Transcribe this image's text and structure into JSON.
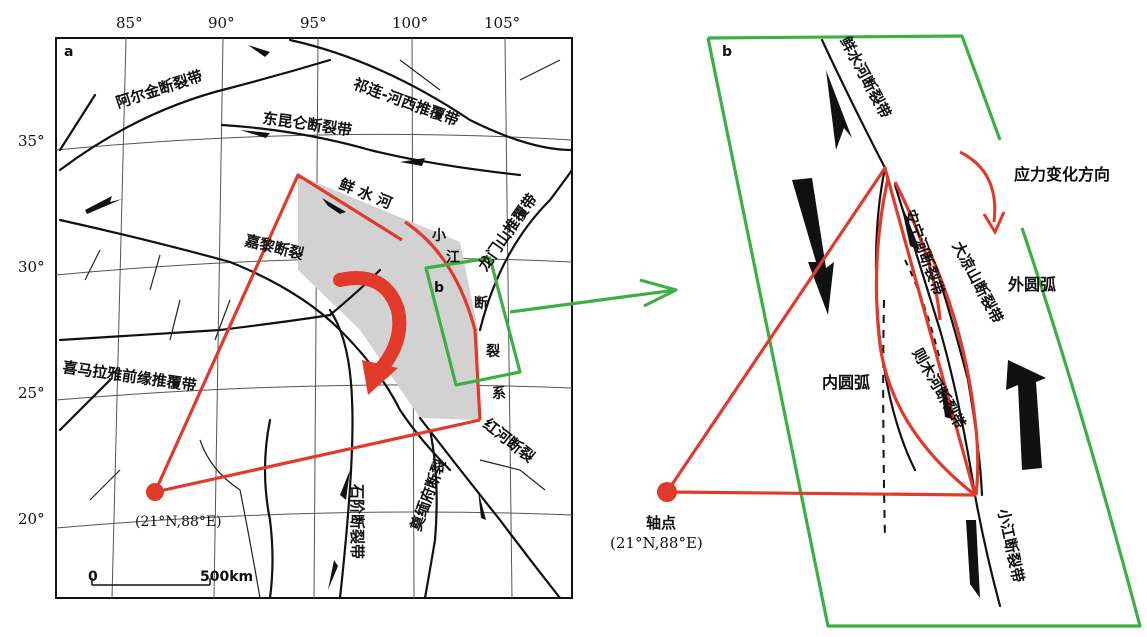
{
  "panel_a": {
    "letter": "a",
    "lon_labels": [
      "85°",
      "90°",
      "95°",
      "100°",
      "105°"
    ],
    "lat_labels": [
      "35°",
      "30°",
      "25°",
      "20°"
    ],
    "faults": {
      "altyn": "阿尔金断裂带",
      "qilian": "祁连-河西推覆带",
      "kunlun": "东昆仑断裂带",
      "xianshuihe": "鲜 水 河",
      "jiali": "嘉黎断裂",
      "xiao": "小",
      "jiang": "江",
      "duan": "断",
      "lie": "裂",
      "xi": "系",
      "longmen": "龙门山推覆带",
      "himalaya": "喜马拉雅前缘推覆带",
      "honghe": "红河断裂",
      "shijie": "石阶断裂带",
      "dianmian": "奠缅府断裂"
    },
    "inset_letter": "b",
    "pivot": "(21°N,88°E)",
    "scale_zero": "0",
    "scale_end": "500km"
  },
  "panel_b": {
    "letter": "b",
    "labels": {
      "xianshuihe": "鲜水河断裂带",
      "stress": "应力变化方向",
      "anninghe": "安宁河断裂带",
      "daliangshan": "大凉山断裂带",
      "outer": "外圆弧",
      "inner": "内圆弧",
      "zemuhe": "则木河断裂带",
      "pivot": "轴点",
      "pivot_coord": "(21°N,88°E)",
      "xiaojiang": "小江断裂带"
    }
  },
  "colors": {
    "red": "#e23a2a",
    "green": "#3cb043",
    "shade": "#d2d2d2",
    "ink": "#111111"
  }
}
